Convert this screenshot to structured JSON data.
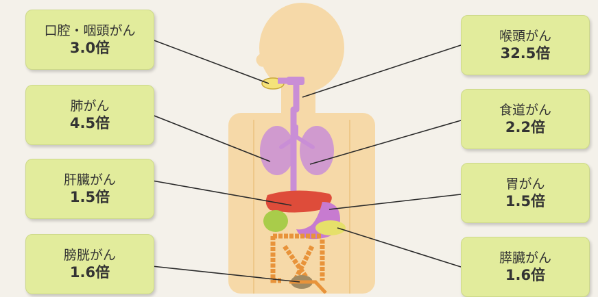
{
  "labels": {
    "oral": {
      "name": "口腔・咽頭がん",
      "ratio": "3.0倍"
    },
    "lung": {
      "name": "肺がん",
      "ratio": "4.5倍"
    },
    "liver": {
      "name": "肝臓がん",
      "ratio": "1.5倍"
    },
    "bladder": {
      "name": "膀胱がん",
      "ratio": "1.6倍"
    },
    "larynx": {
      "name": "喉頭がん",
      "ratio": "32.5倍"
    },
    "esophagus": {
      "name": "食道がん",
      "ratio": "2.2倍"
    },
    "stomach": {
      "name": "胃がん",
      "ratio": "1.5倍"
    },
    "pancreas": {
      "name": "膵臓がん",
      "ratio": "1.6倍"
    }
  },
  "colors": {
    "box": "#e2ec9c",
    "skin": "#f6d9a8",
    "airway": "#c98ed6",
    "liver": "#de4c3a",
    "stomach": "#c77bd0",
    "pancreas": "#e6e06a",
    "gallbladder": "#a9cc4a",
    "intestine": "#e8933a",
    "bladder": "#a08a62"
  }
}
